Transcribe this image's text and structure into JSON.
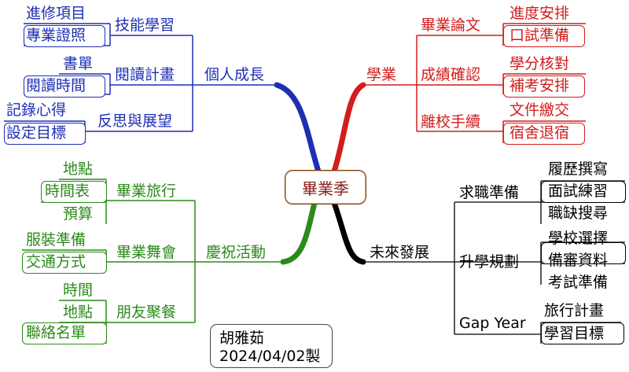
{
  "center": {
    "label": "畢業季"
  },
  "colors": {
    "personal": "#1e2fb4",
    "academic": "#d41c1c",
    "celebration": "#2c8a1a",
    "future": "#000000",
    "center_border": "#7a3d14"
  },
  "branches": {
    "personal": {
      "label": "個人成長",
      "topics": [
        {
          "label": "技能學習",
          "items": [
            "進修項目",
            "專業證照"
          ]
        },
        {
          "label": "閱讀計畫",
          "items": [
            "書單",
            "閱讀時間"
          ]
        },
        {
          "label": "反思與展望",
          "items": [
            "記錄心得",
            "設定目標"
          ]
        }
      ]
    },
    "academic": {
      "label": "學業",
      "topics": [
        {
          "label": "畢業論文",
          "items": [
            "進度安排",
            "口試準備"
          ]
        },
        {
          "label": "成績確認",
          "items": [
            "學分核對",
            "補考安排"
          ]
        },
        {
          "label": "離校手續",
          "items": [
            "文件繳交",
            "宿舍退宿"
          ]
        }
      ]
    },
    "celebration": {
      "label": "慶祝活動",
      "topics": [
        {
          "label": "畢業旅行",
          "items": [
            "地點",
            "時間表",
            "預算"
          ]
        },
        {
          "label": "畢業舞會",
          "items": [
            "服裝準備",
            "交通方式"
          ]
        },
        {
          "label": "朋友聚餐",
          "items": [
            "時間",
            "地點",
            "聯絡名單"
          ]
        }
      ]
    },
    "future": {
      "label": "未來發展",
      "topics": [
        {
          "label": "求職準備",
          "items": [
            "履歷撰寫",
            "面試練習",
            "職缺搜尋"
          ]
        },
        {
          "label": "升學規劃",
          "items": [
            "學校選擇",
            "備審資料",
            "考試準備"
          ]
        },
        {
          "label": "Gap Year",
          "items": [
            "旅行計畫",
            "學習目標"
          ]
        }
      ]
    }
  },
  "signature": {
    "author": "胡雅茹",
    "date": "2024/04/02製"
  }
}
